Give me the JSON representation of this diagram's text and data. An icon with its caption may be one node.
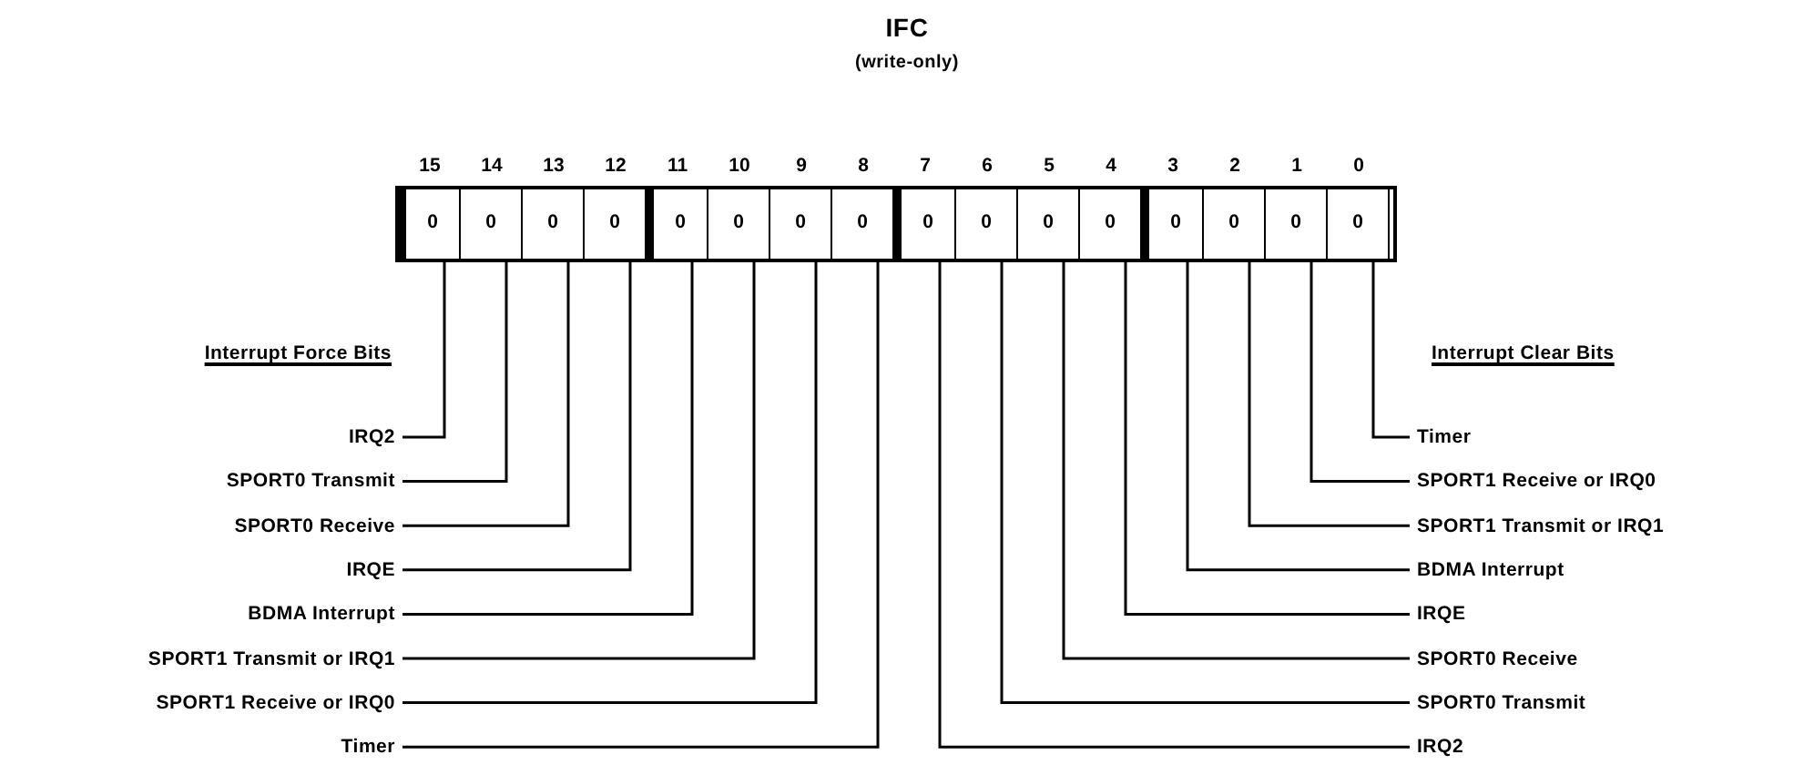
{
  "diagram": {
    "title": "IFC",
    "nodes": [
      {
        "text": [
          "0"
        ],
        "beside": [
          "15"
        ]
      },
      {
        "text": [
          "0"
        ],
        "beside": [
          "14"
        ]
      },
      {
        "text": [
          "0"
        ],
        "beside": [
          "13"
        ]
      },
      {
        "text": [
          "0"
        ],
        "beside": [
          "12"
        ]
      },
      {
        "text": [
          "0"
        ],
        "beside": [
          "11"
        ]
      },
      {
        "text": [
          "0"
        ],
        "beside": [
          "10"
        ]
      },
      {
        "text": [
          "0"
        ],
        "beside": [
          "9"
        ]
      },
      {
        "text": [
          "0"
        ],
        "beside": [
          "8"
        ]
      },
      {
        "text": [
          "0"
        ],
        "beside": [
          "7"
        ]
      },
      {
        "text": [
          "0"
        ],
        "beside": [
          "6"
        ]
      },
      {
        "text": [
          "0"
        ],
        "beside": [
          "5"
        ]
      },
      {
        "text": [
          "0"
        ],
        "beside": [
          "4"
        ]
      },
      {
        "text": [
          "0"
        ],
        "beside": [
          "3"
        ]
      },
      {
        "text": [
          "0"
        ],
        "beside": [
          "2"
        ]
      },
      {
        "text": [
          "0"
        ],
        "beside": [
          "1"
        ]
      },
      {
        "text": [
          "0"
        ],
        "beside": [
          "0"
        ]
      },
      {
        "text": [
          "IRQ2"
        ]
      },
      {
        "text": [
          "SPORT0 Transmit"
        ]
      },
      {
        "text": [
          "SPORT0 Receive"
        ]
      },
      {
        "text": [
          "IRQE"
        ]
      },
      {
        "text": [
          "BDMA Interrupt"
        ]
      },
      {
        "text": [
          "SPORT1 Transmit or IRQ1"
        ]
      },
      {
        "text": [
          "SPORT1 Receive or IRQ0"
        ]
      },
      {
        "text": [
          "Timer"
        ]
      },
      {
        "text": [
          "Timer"
        ]
      },
      {
        "text": [
          "SPORT1 Receive or IRQ0"
        ]
      },
      {
        "text": [
          "SPORT1 Transmit or IRQ1"
        ]
      },
      {
        "text": [
          "BDMA Interrupt"
        ]
      },
      {
        "text": [
          "IRQE"
        ]
      },
      {
        "text": [
          "SPORT0 Receive"
        ]
      },
      {
        "text": [
          "SPORT0 Transmit"
        ]
      },
      {
        "text": [
          "IRQ2"
        ]
      }
    ],
    "edges": [
      {
        "from": 16,
        "to": 0,
        "arrow": "none"
      },
      {
        "from": 17,
        "to": 1,
        "arrow": "none"
      },
      {
        "from": 18,
        "to": 2,
        "arrow": "none"
      },
      {
        "from": 19,
        "to": 3,
        "arrow": "none"
      },
      {
        "from": 20,
        "to": 4,
        "arrow": "none"
      },
      {
        "from": 21,
        "to": 5,
        "arrow": "none"
      },
      {
        "from": 22,
        "to": 6,
        "arrow": "none"
      },
      {
        "from": 23,
        "to": 7,
        "arrow": "none"
      },
      {
        "from": 24,
        "to": 15,
        "arrow": "none"
      },
      {
        "from": 25,
        "to": 14,
        "arrow": "none"
      },
      {
        "from": 26,
        "to": 13,
        "arrow": "none"
      },
      {
        "from": 27,
        "to": 12,
        "arrow": "none"
      },
      {
        "from": 28,
        "to": 11,
        "arrow": "none"
      },
      {
        "from": 29,
        "to": 10,
        "arrow": "none"
      },
      {
        "from": 30,
        "to": 9,
        "arrow": "none"
      },
      {
        "from": 31,
        "to": 8,
        "arrow": "none"
      }
    ],
    "labels": [
      "(write-only)",
      "Interrupt Force Bits",
      "Interrupt Clear Bits"
    ]
  }
}
